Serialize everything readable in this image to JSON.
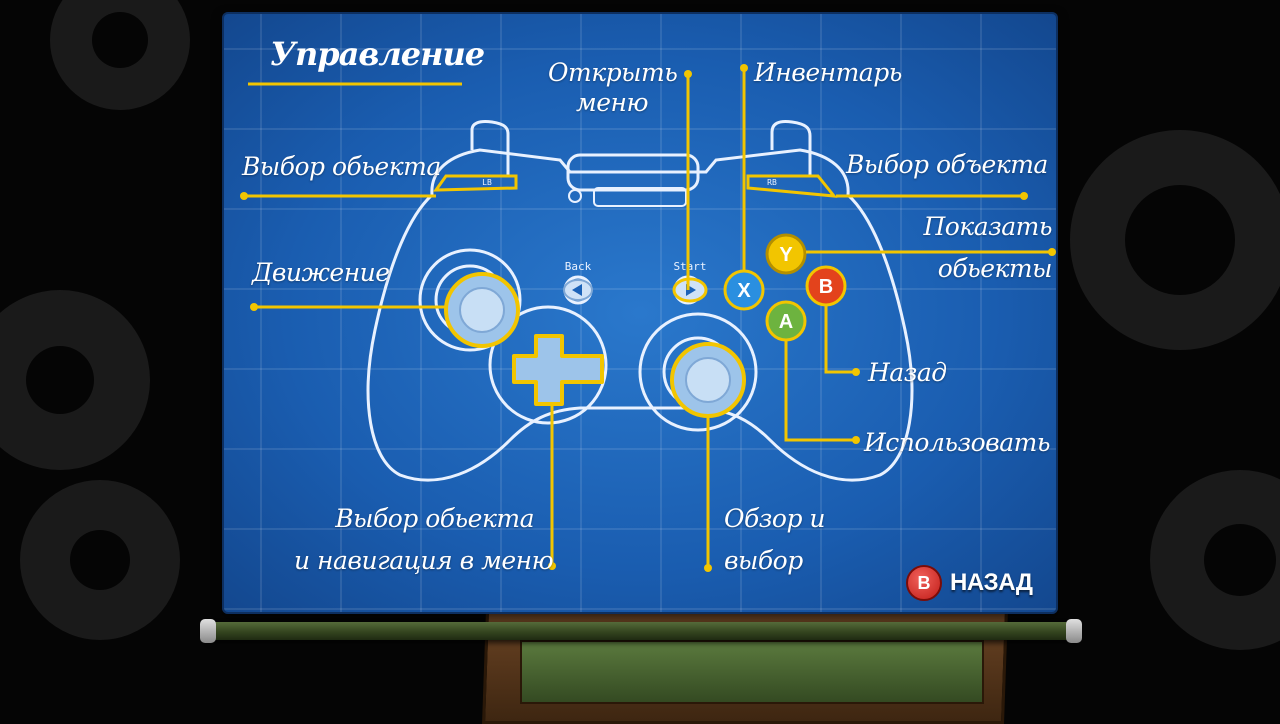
{
  "screen": {
    "title": "Управление",
    "back_button": {
      "icon_letter": "B",
      "label": "НАЗАД"
    }
  },
  "controller": {
    "back_label": "Back",
    "start_label": "Start",
    "lb_label": "LB",
    "rb_label": "RB",
    "face_buttons": {
      "y": "Y",
      "x": "X",
      "b": "B",
      "a": "A"
    }
  },
  "labels": {
    "open_menu_line1": "Открыть",
    "open_menu_line2": "меню",
    "inventory": "Инвентарь",
    "select_object_left": "Выбор обьекта",
    "select_object_right": "Выбор объекта",
    "show_objects_line1": "Показать",
    "show_objects_line2": "обьекты",
    "movement": "Движение",
    "back": "Назад",
    "use": "Использовать",
    "dpad_line1": "Выбор обьекта",
    "dpad_line2": "и навигация в меню",
    "look_line1": "Обзор и",
    "look_line2": "выбор"
  },
  "colors": {
    "blueprint": "#1b62b8",
    "callout": "#f2c500",
    "button_y": "#f2c500",
    "button_x": "#2a8fe0",
    "button_b": "#e3431c",
    "button_a": "#6db33f"
  },
  "icons": {
    "back_arrow": "triangle-left-icon",
    "start_arrow": "triangle-right-icon",
    "gear_background": "gear-icon"
  }
}
